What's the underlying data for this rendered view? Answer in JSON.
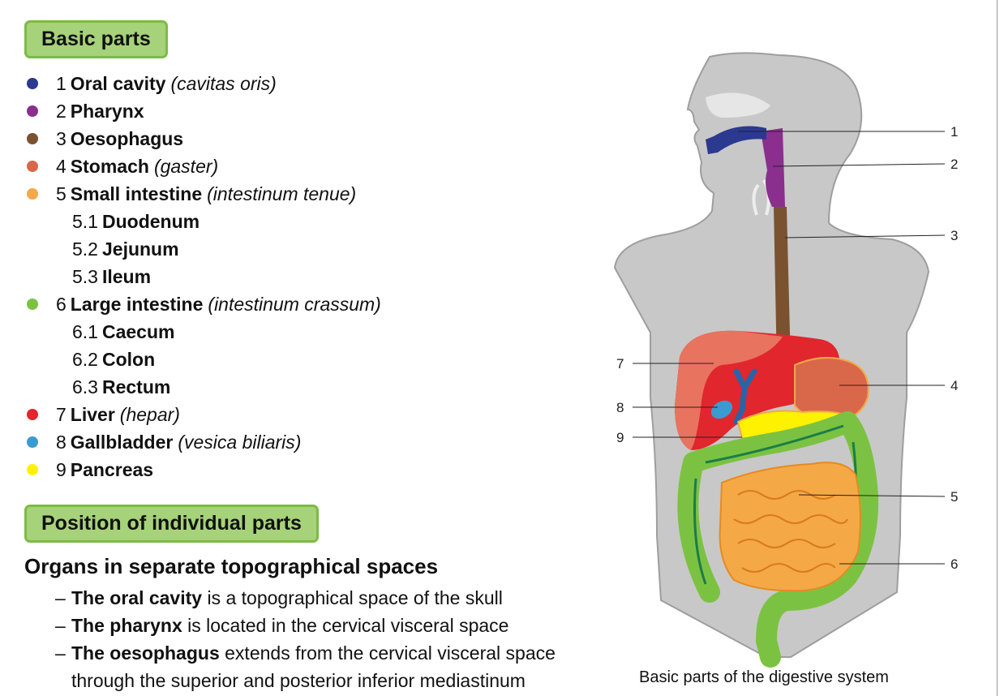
{
  "heading_basic": "Basic parts",
  "parts": [
    {
      "num": "1",
      "name": "Oral cavity",
      "latin": "(cavitas oris)",
      "color": "#2b3990"
    },
    {
      "num": "2",
      "name": "Pharynx",
      "latin": "",
      "color": "#8a2f8e"
    },
    {
      "num": "3",
      "name": "Oesophagus",
      "latin": "",
      "color": "#7b5230"
    },
    {
      "num": "4",
      "name": "Stomach",
      "latin": "(gaster)",
      "color": "#d9684a"
    },
    {
      "num": "5",
      "name": "Small intestine",
      "latin": "(intestinum tenue)",
      "color": "#f5a846"
    },
    {
      "num": "5.1",
      "name": "Duodenum",
      "sub": true
    },
    {
      "num": "5.2",
      "name": "Jejunum",
      "sub": true
    },
    {
      "num": "5.3",
      "name": "Ileum",
      "sub": true
    },
    {
      "num": "6",
      "name": "Large intestine",
      "latin": "(intestinum crassum)",
      "color": "#7cc242"
    },
    {
      "num": "6.1",
      "name": "Caecum",
      "sub": true
    },
    {
      "num": "6.2",
      "name": "Colon",
      "sub": true
    },
    {
      "num": "6.3",
      "name": "Rectum",
      "sub": true
    },
    {
      "num": "7",
      "name": "Liver",
      "latin": "(hepar)",
      "color": "#e1262d"
    },
    {
      "num": "8",
      "name": "Gallbladder",
      "latin": "(vesica biliaris)",
      "color": "#3a9bd1"
    },
    {
      "num": "9",
      "name": "Pancreas",
      "latin": "",
      "color": "#fff200"
    }
  ],
  "heading_position": "Position of individual parts",
  "subtitle": "Organs in separate topographical spaces",
  "positions": {
    "p1_bold": "The oral cavity",
    "p1_rest": " is a topographical space of the skull",
    "p2_bold": "The pharynx",
    "p2_rest": " is located in the cervical visceral space",
    "p3_bold": "The oesophagus",
    "p3_rest": " extends from the cervical visceral space",
    "p3_cont": "through the superior and posterior inferior mediastinum"
  },
  "figure": {
    "caption": "Basic parts of the digestive system",
    "labels": [
      "1",
      "2",
      "3",
      "4",
      "5",
      "6",
      "7",
      "8",
      "9"
    ]
  }
}
